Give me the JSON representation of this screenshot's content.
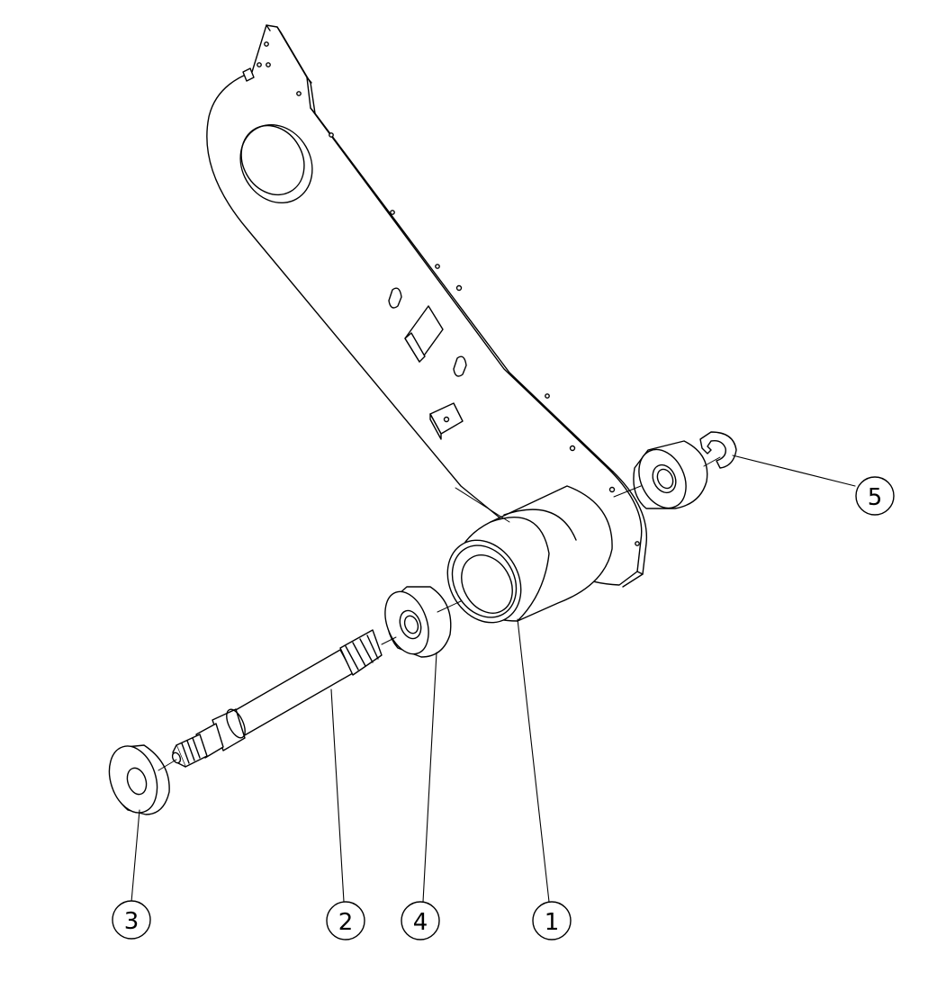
{
  "colors": {
    "line": "#000000",
    "fill": "#ffffff"
  },
  "callouts": [
    {
      "id": "callout-1",
      "label": "1"
    },
    {
      "id": "callout-2",
      "label": "2"
    },
    {
      "id": "callout-3",
      "label": "3"
    },
    {
      "id": "callout-4",
      "label": "4"
    },
    {
      "id": "callout-5",
      "label": "5"
    }
  ]
}
